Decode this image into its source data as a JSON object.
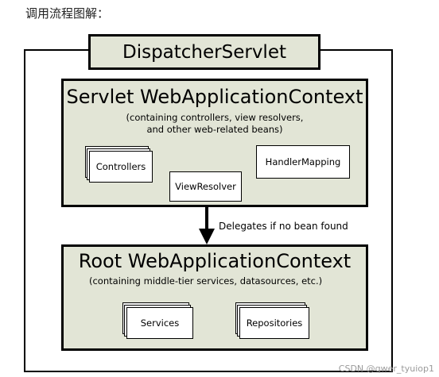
{
  "caption": "调用流程图解：",
  "dispatcher": {
    "label": "DispatcherServlet"
  },
  "servlet_context": {
    "title": "Servlet WebApplicationContext",
    "subtitle_line1": "(containing controllers, view resolvers,",
    "subtitle_line2": "and other web-related beans)",
    "beans": {
      "controllers": "Controllers",
      "view_resolver": "ViewResolver",
      "handler_mapping": "HandlerMapping"
    }
  },
  "arrow": {
    "label": "Delegates if no bean found"
  },
  "root_context": {
    "title": "Root WebApplicationContext",
    "subtitle": "(containing middle-tier services, datasources, etc.)",
    "beans": {
      "services": "Services",
      "repositories": "Repositories"
    }
  },
  "watermark": "CSDN @qwer_tyuiop1"
}
